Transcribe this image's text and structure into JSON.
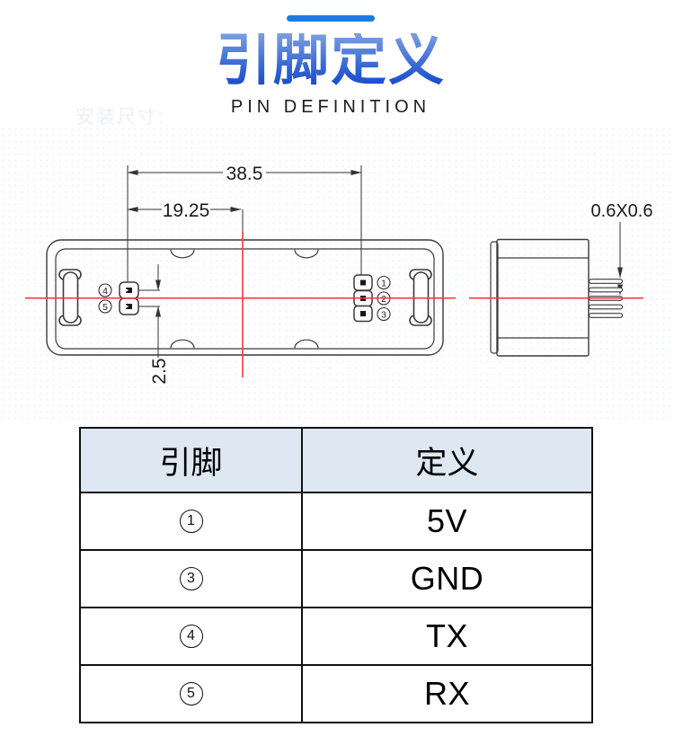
{
  "header": {
    "title": "引脚定义",
    "subtitle": "PIN DEFINITION"
  },
  "watermark": "安装尺寸:",
  "diagram": {
    "dim_total_width": "38.5",
    "dim_center_offset": "19.25",
    "dim_pin_pitch": "2.5",
    "dim_pin_cross_section": "0.6X0.6",
    "pins": {
      "p1": "1",
      "p2": "2",
      "p3": "3",
      "p4": "4",
      "p5": "5"
    },
    "colors": {
      "centerline": "#f43b3b",
      "outline": "#3a3a3a",
      "accent_bar": "#1a7ae5"
    }
  },
  "table": {
    "headers": [
      "引脚",
      "定义"
    ],
    "header_bg": "#dde8f3",
    "rows": [
      {
        "pin": "1",
        "def": "5V"
      },
      {
        "pin": "3",
        "def": "GND"
      },
      {
        "pin": "4",
        "def": "TX"
      },
      {
        "pin": "5",
        "def": "RX"
      }
    ]
  }
}
